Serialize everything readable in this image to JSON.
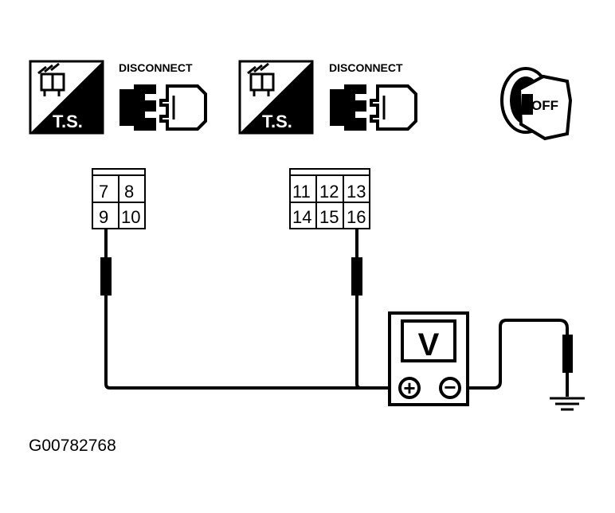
{
  "icons": {
    "ts_label": "T.S.",
    "disconnect_label": "DISCONNECT",
    "ignition_label": "OFF"
  },
  "connector_left": {
    "pins": [
      "7",
      "8",
      "9",
      "10"
    ]
  },
  "connector_right": {
    "pins": [
      "11",
      "12",
      "13",
      "14",
      "15",
      "16"
    ]
  },
  "meter": {
    "mode": "V",
    "positive": "+",
    "negative": "−"
  },
  "figure_id": "G00782768"
}
